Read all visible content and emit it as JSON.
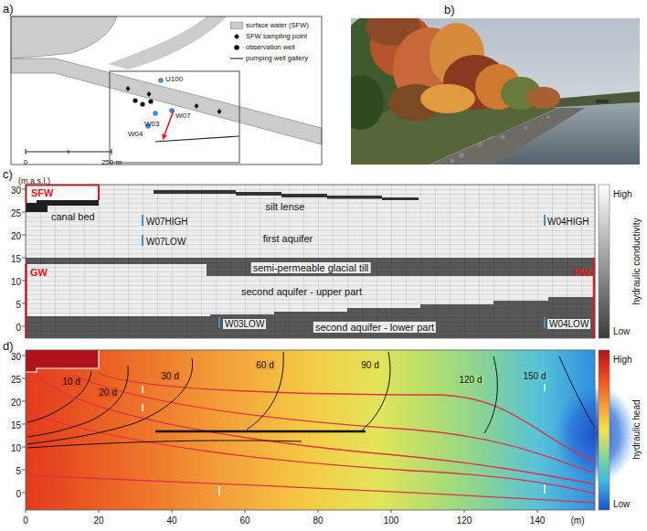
{
  "diagram": {
    "labels": [
      "a)",
      "U100",
      "W07",
      "W03",
      "W04",
      "0",
      "250 m",
      "b)",
      "c)",
      "(m.a.s.l.)",
      "30",
      "25",
      "20",
      "15",
      "10",
      "5",
      "0",
      "SFW",
      "canal bed",
      "silt lense",
      "first aquifer",
      "semi-permeable glacial till",
      "second aquifer - upper part",
      "second aquifer - lower part",
      "GW",
      "PW",
      "W07HIGH",
      "W07LOW",
      "W04HIGH",
      "W03LOW",
      "W04LOW",
      "High",
      "hydraulic conductivity",
      "Low",
      "d)",
      "30",
      "25",
      "20",
      "15",
      "10",
      "5",
      "0",
      "0",
      "20",
      "40",
      "60",
      "80",
      "100",
      "120",
      "140",
      "(m)",
      "10 d",
      "20 d",
      "30 d",
      "60 d",
      "90 d",
      "120 d",
      "150 d",
      "High",
      "hydraulic head",
      "Low"
    ],
    "legend": [
      {
        "text": "surface water (SFW)",
        "color": "#cccccc"
      },
      {
        "text": "SFW sampling point"
      },
      {
        "text": "observation well"
      },
      {
        "text": "pumping well gallery"
      }
    ]
  }
}
